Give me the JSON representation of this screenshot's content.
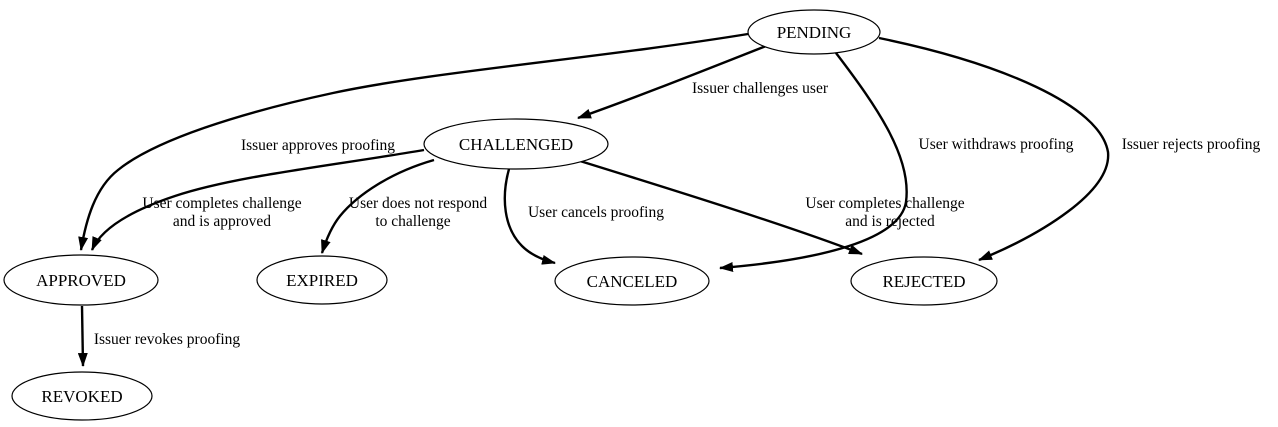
{
  "diagram": {
    "background_color": "#ffffff",
    "line_color": "#000000",
    "nodes": [
      {
        "id": "pending",
        "label": "PENDING"
      },
      {
        "id": "challenged",
        "label": "CHALLENGED"
      },
      {
        "id": "approved",
        "label": "APPROVED"
      },
      {
        "id": "expired",
        "label": "EXPIRED"
      },
      {
        "id": "canceled",
        "label": "CANCELED"
      },
      {
        "id": "rejected",
        "label": "REJECTED"
      },
      {
        "id": "revoked",
        "label": "REVOKED"
      }
    ],
    "edges": [
      {
        "from": "PENDING",
        "to": "CHALLENGED",
        "label_lines": [
          "Issuer challenges user"
        ]
      },
      {
        "from": "PENDING",
        "to": "APPROVED",
        "label_lines": [
          "Issuer approves proofing"
        ]
      },
      {
        "from": "PENDING",
        "to": "CANCELED",
        "label_lines": [
          "User withdraws proofing"
        ]
      },
      {
        "from": "PENDING",
        "to": "REJECTED",
        "label_lines": [
          "Issuer rejects proofing"
        ]
      },
      {
        "from": "CHALLENGED",
        "to": "APPROVED",
        "label_lines": [
          "User completes challenge",
          "and is approved"
        ]
      },
      {
        "from": "CHALLENGED",
        "to": "EXPIRED",
        "label_lines": [
          "User does not respond",
          "to challenge"
        ]
      },
      {
        "from": "CHALLENGED",
        "to": "CANCELED",
        "label_lines": [
          "User cancels proofing"
        ]
      },
      {
        "from": "CHALLENGED",
        "to": "REJECTED",
        "label_lines": [
          "User completes challenge",
          "and is rejected"
        ]
      },
      {
        "from": "APPROVED",
        "to": "REVOKED",
        "label_lines": [
          "Issuer revokes proofing"
        ]
      }
    ]
  }
}
